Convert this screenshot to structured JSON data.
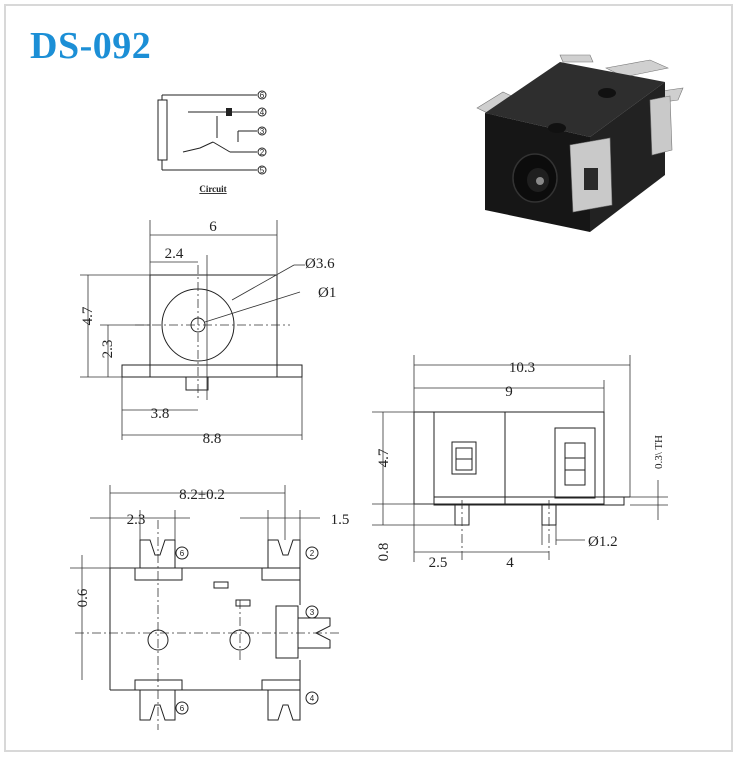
{
  "title": "DS-092",
  "circuit": {
    "caption": "Circuit",
    "pins": [
      "6",
      "4",
      "3",
      "2",
      "5"
    ]
  },
  "front_view": {
    "dims": {
      "width_top": "6",
      "offset_top": "2.4",
      "hole_outer": "Ø3.6",
      "hole_inner": "Ø1",
      "height": "4.7",
      "center_height": "2.3",
      "offset_bottom": "3.8",
      "width_bottom": "8.8"
    }
  },
  "side_view": {
    "dims": {
      "length_total": "10.3",
      "length_body": "9",
      "height": "4.7",
      "thickness": "0.3\\ TH",
      "standoff": "0.8",
      "pin_offset": "2.5",
      "pin_pitch": "4",
      "pin_dia": "Ø1.2"
    }
  },
  "footprint": {
    "dims": {
      "pad_span": "8.2±0.2",
      "pad_width": "2.3",
      "pad_width_right": "1.5",
      "offset_vertical": "0.6"
    },
    "pad_labels": [
      "6",
      "2",
      "3",
      "6",
      "4"
    ]
  },
  "colors": {
    "title": "#1c8fd6",
    "line": "#222222",
    "component_body": "#1a1a1a",
    "metal": "#c9c9c9"
  }
}
